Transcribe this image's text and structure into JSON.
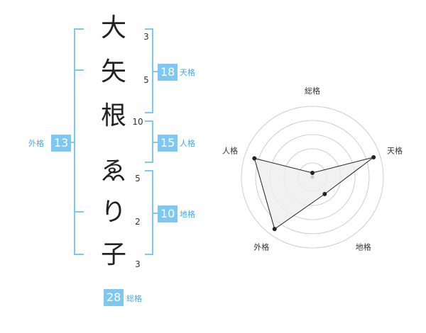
{
  "name": {
    "characters": [
      {
        "char": "大",
        "strokes": "3"
      },
      {
        "char": "矢",
        "strokes": "5"
      },
      {
        "char": "根",
        "strokes": "10"
      },
      {
        "char": "ゑ",
        "strokes": "5"
      },
      {
        "char": "り",
        "strokes": "2"
      },
      {
        "char": "子",
        "strokes": "3"
      }
    ]
  },
  "fortunes": {
    "tenkaku": {
      "value": "18",
      "label": "天格"
    },
    "jinkaku": {
      "value": "15",
      "label": "人格"
    },
    "chikaku": {
      "value": "10",
      "label": "地格"
    },
    "gaikaku": {
      "value": "13",
      "label": "外格"
    },
    "soukaku": {
      "value": "28",
      "label": "総格"
    }
  },
  "radar": {
    "axes": [
      "総格",
      "天格",
      "地格",
      "外格",
      "人格"
    ],
    "values": [
      0.0,
      0.9,
      0.25,
      0.9,
      0.85
    ],
    "colors": {
      "accent": "#7cc8f2",
      "grid": "#cccccc",
      "fill": "#eeeeee",
      "line": "#222222"
    }
  }
}
